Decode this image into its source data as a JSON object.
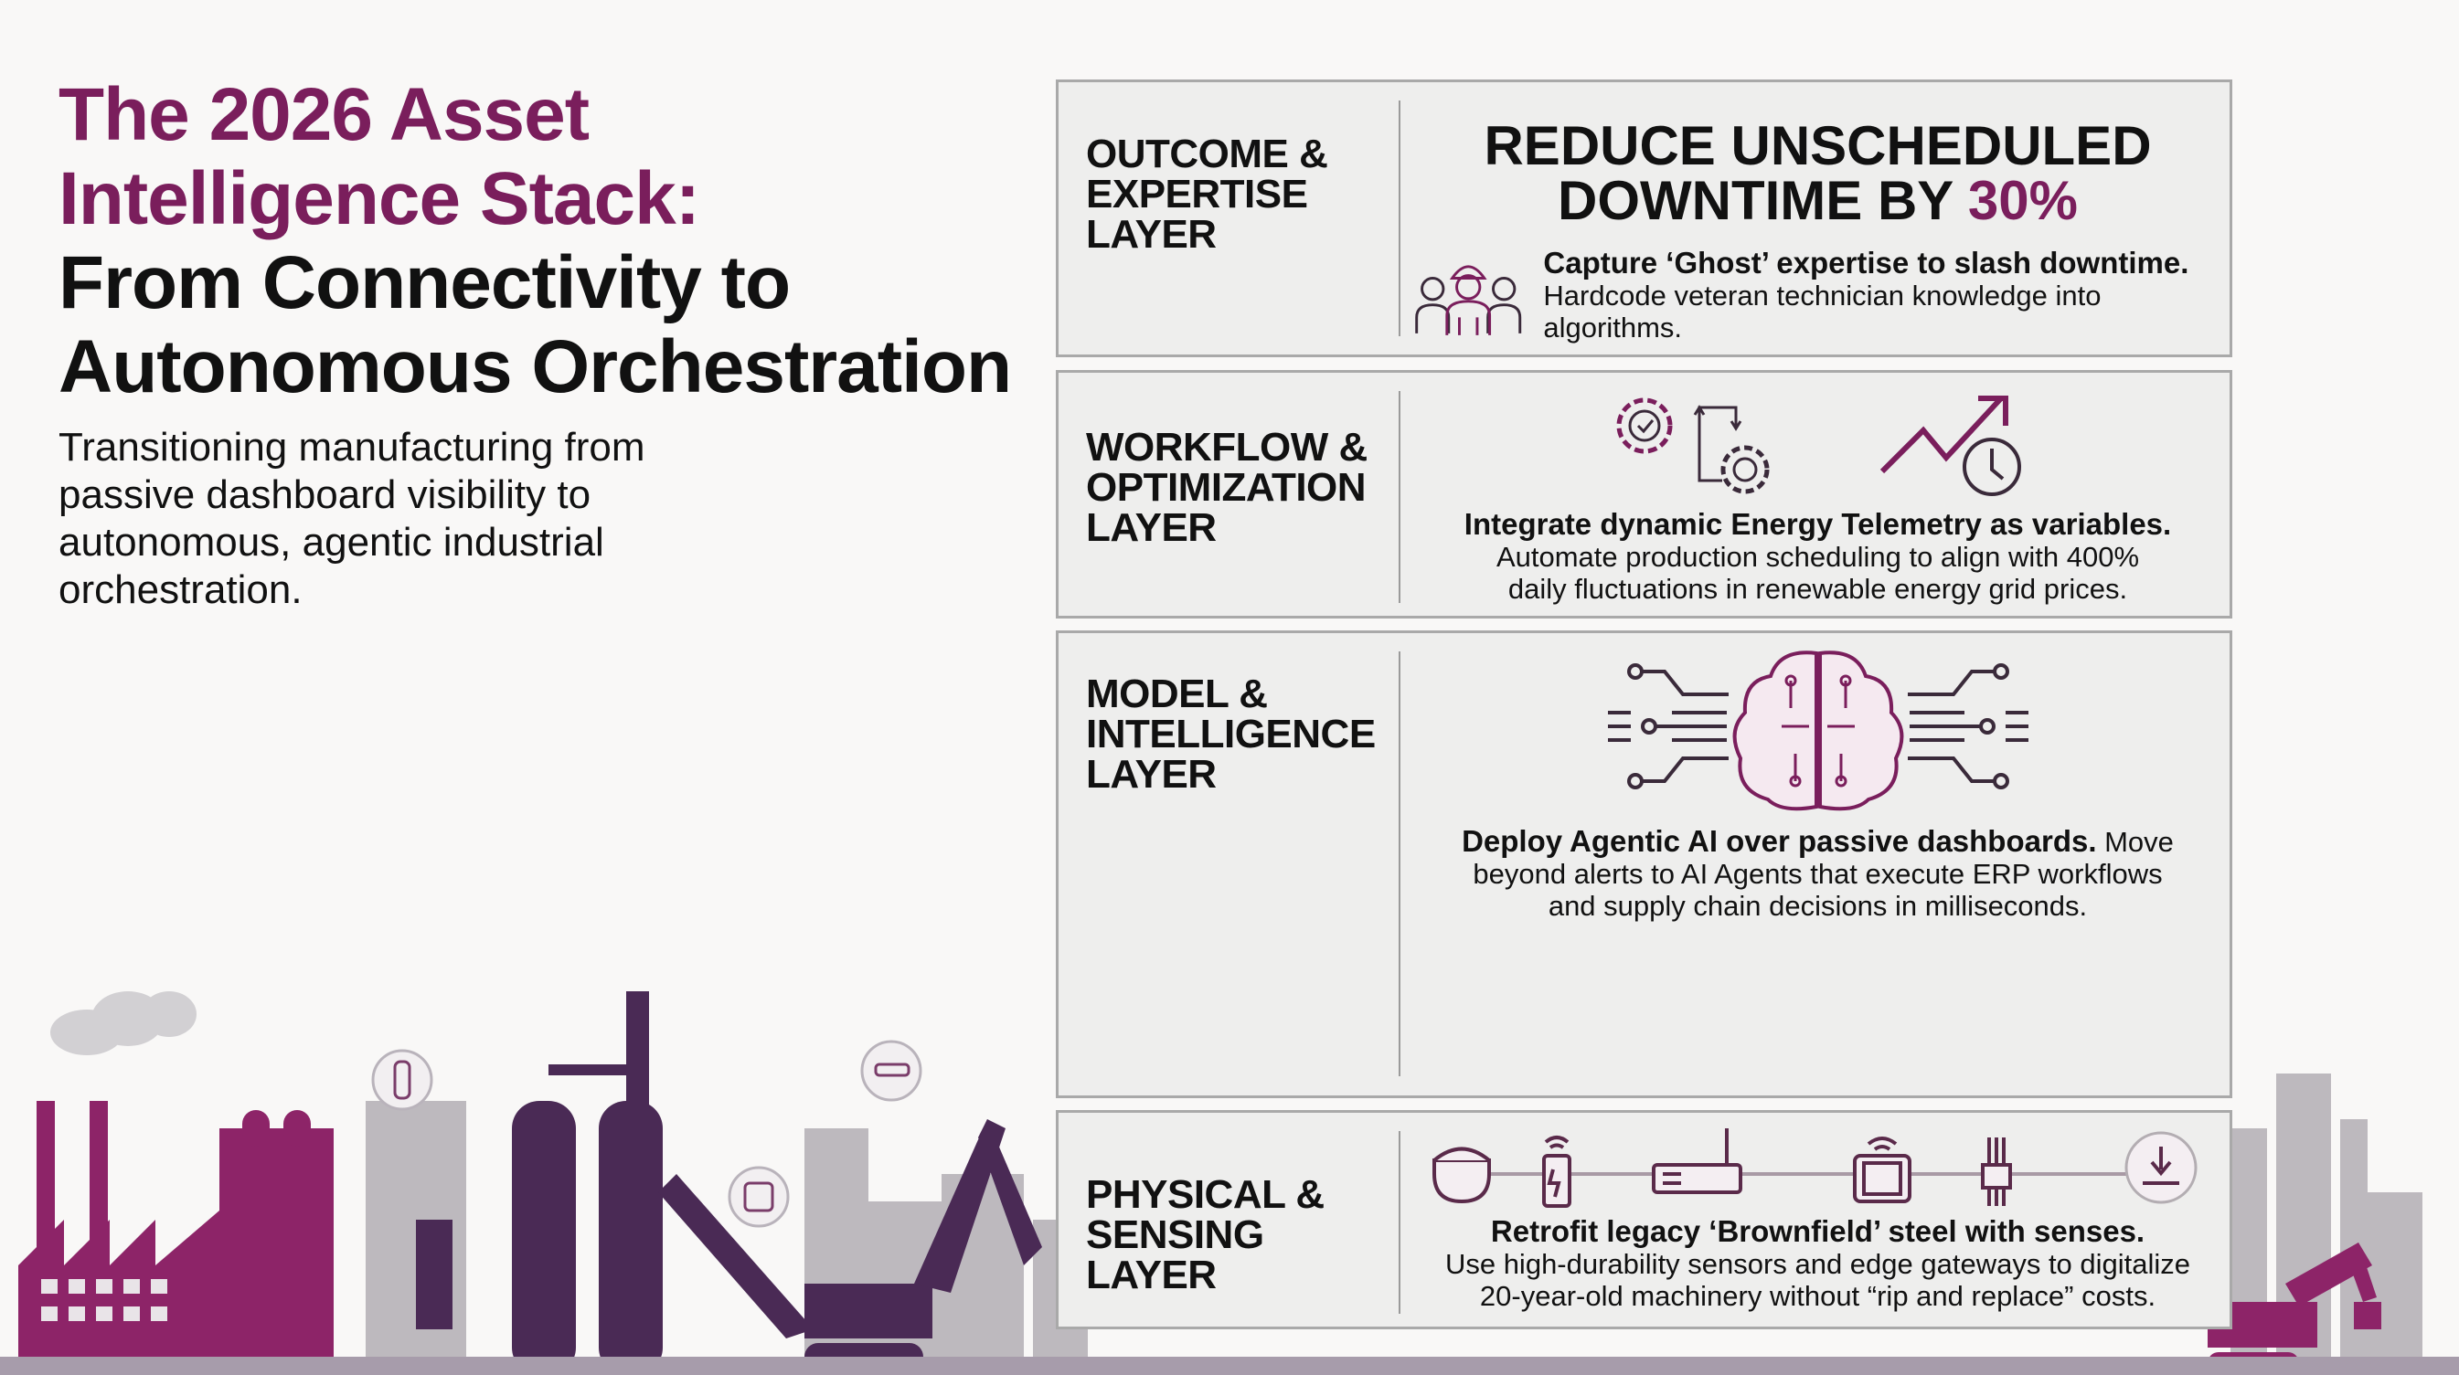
{
  "header": {
    "title_accent_line1": "The 2026 Asset",
    "title_accent_line2": "Intelligence Stack:",
    "title_line3": "From Connectivity to",
    "title_line4": "Autonomous Orchestration",
    "subtitle": "Transitioning manufacturing from passive dashboard visibility to autonomous, agentic industrial orchestration."
  },
  "colors": {
    "accent": "#7a1e5c",
    "dark_purple": "#4a2a55",
    "panel_bg": "#eeeeed",
    "panel_border": "#a9a9a9",
    "skyline_gray": "#b9b6ba"
  },
  "layers": [
    {
      "label_line1": "OUTCOME &",
      "label_line2": "EXPERTISE",
      "label_line3": "LAYER",
      "headline_line1": "REDUCE UNSCHEDULED",
      "headline_line2_prefix": "DOWNTIME BY ",
      "headline_accent": "30%",
      "icon": "technicians-team-icon",
      "bold_text": "Capture ‘Ghost’ expertise to slash downtime.",
      "body_text": "Hardcode veteran technician knowledge into algorithms."
    },
    {
      "label_line1": "WORKFLOW &",
      "label_line2": "OPTIMIZATION",
      "label_line3": "LAYER",
      "icons": [
        "gears-workflow-icon",
        "trend-clock-icon"
      ],
      "bold_text": "Integrate dynamic Energy Telemetry as variables.",
      "body_line1": "Automate production scheduling to align with 400%",
      "body_line2": "daily fluctuations in renewable energy grid prices."
    },
    {
      "label_line1": "MODEL &",
      "label_line2": "INTELLIGENCE",
      "label_line3": "LAYER",
      "icon": "circuit-brain-icon",
      "bold_text": "Deploy Agentic AI over passive dashboards.",
      "body_inline": " Move",
      "body_line1": "beyond alerts to AI Agents that execute ERP workflows",
      "body_line2": "and supply chain decisions in milliseconds."
    },
    {
      "label_line1": "PHYSICAL &",
      "label_line2": "SENSING LAYER",
      "icons": [
        "dome-sensor-icon",
        "wireless-battery-icon",
        "edge-gateway-icon",
        "wireless-monitor-icon",
        "cable-connector-icon",
        "press-clamp-icon"
      ],
      "bold_text": "Retrofit legacy ‘Brownfield’ steel with senses.",
      "body_line1": "Use high-durability sensors and edge gateways to digitalize",
      "body_line2": "20-year-old machinery without “rip and replace” costs."
    }
  ]
}
